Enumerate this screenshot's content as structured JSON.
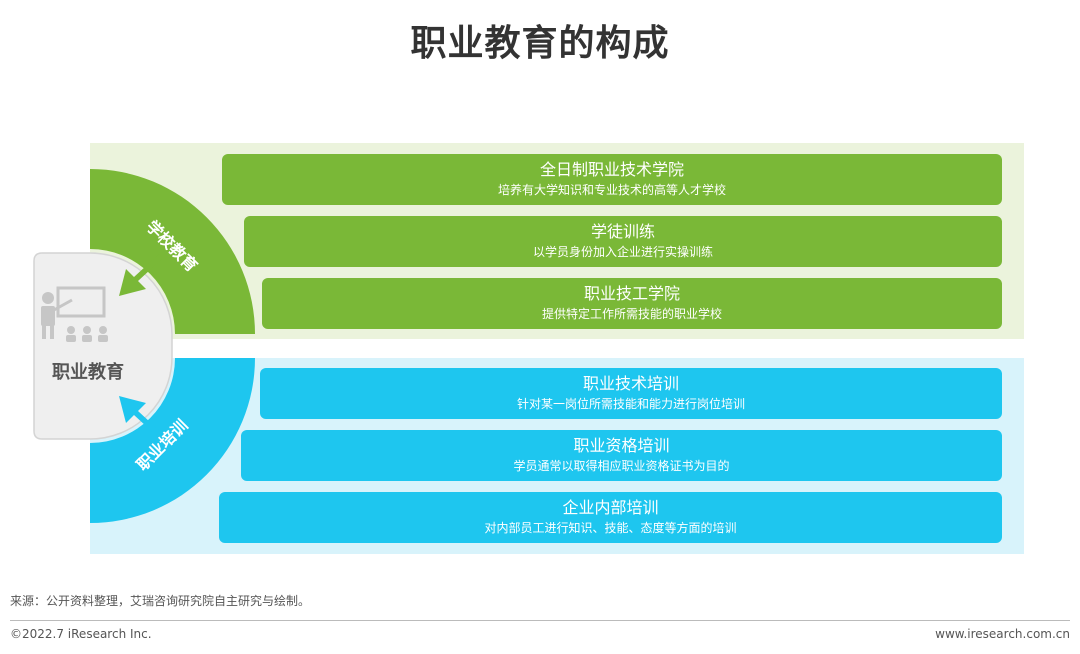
{
  "title": "职业教育的构成",
  "center": {
    "label": "职业教育",
    "icon": "teacher-classroom-icon"
  },
  "groups": [
    {
      "label": "学校教育",
      "color": "#7ab837",
      "items": [
        {
          "title": "全日制职业技术学院",
          "desc": "培养有大学知识和专业技术的高等人才学校"
        },
        {
          "title": "学徒训练",
          "desc": "以学员身份加入企业进行实操训练"
        },
        {
          "title": "职业技工学院",
          "desc": "提供特定工作所需技能的职业学校"
        }
      ]
    },
    {
      "label": "职业培训",
      "color": "#1ec6ef",
      "items": [
        {
          "title": "职业技术培训",
          "desc": "针对某一岗位所需技能和能力进行岗位培训"
        },
        {
          "title": "职业资格培训",
          "desc": "学员通常以取得相应职业资格证书为目的"
        },
        {
          "title": "企业内部培训",
          "desc": "对内部员工进行知识、技能、态度等方面的培训"
        }
      ]
    }
  ],
  "footer": {
    "source": "来源：公开资料整理，艾瑞咨询研究院自主研究与绘制。",
    "copyright": "©2022.7 iResearch Inc.",
    "website": "www.iresearch.com.cn"
  }
}
